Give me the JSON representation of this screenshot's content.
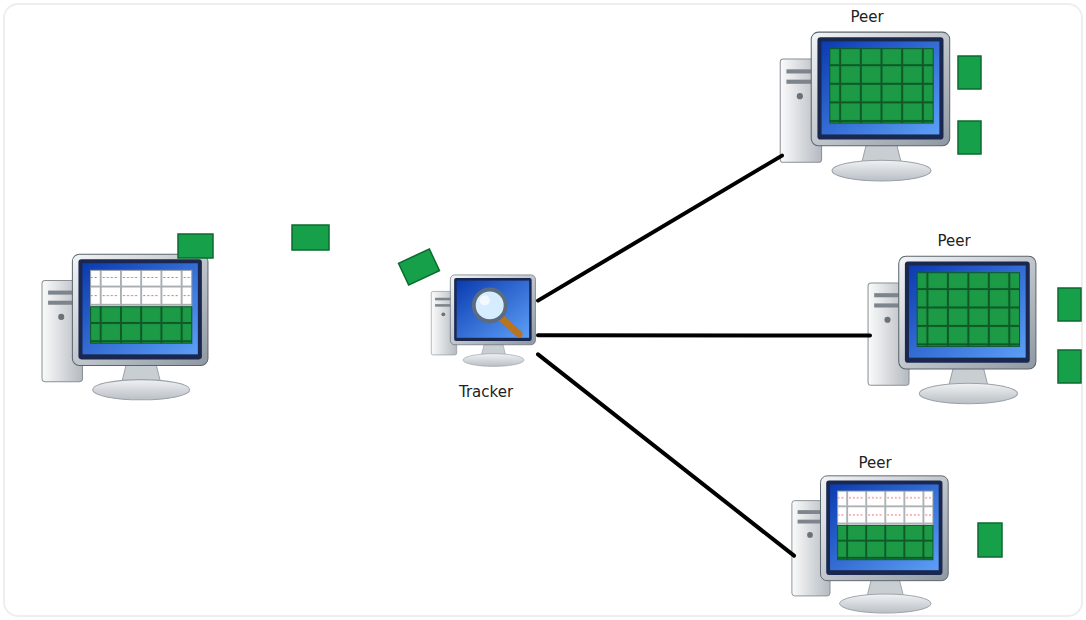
{
  "diagram": {
    "nodes": [
      {
        "text": [
          "Tracker"
        ]
      },
      {
        "text": [
          "Peer"
        ]
      },
      {
        "text": [
          "Peer"
        ]
      },
      {
        "text": [
          "Peer"
        ]
      }
    ],
    "edges": [
      {
        "from": 0,
        "to": 1,
        "arrow": "none"
      },
      {
        "from": 0,
        "to": 2,
        "arrow": "none"
      },
      {
        "from": 0,
        "to": 3,
        "arrow": "none"
      }
    ]
  }
}
